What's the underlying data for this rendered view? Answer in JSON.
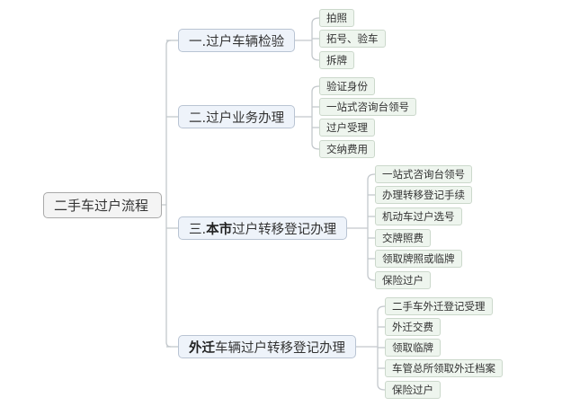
{
  "root": "二手车过户流程",
  "branches": [
    {
      "prefix": "一.",
      "bold": "",
      "rest": "过户车辆检验",
      "items": [
        "拍照",
        "拓号、验车",
        "拆牌"
      ]
    },
    {
      "prefix": "二.",
      "bold": "",
      "rest": "过户业务办理",
      "items": [
        "验证身份",
        "一站式咨询台领号",
        "过户受理",
        "交纳费用"
      ]
    },
    {
      "prefix": "三.",
      "bold": "本市",
      "rest": "过户转移登记办理",
      "items": [
        "一站式咨询台领号",
        "办理转移登记手续",
        "机动车过户选号",
        "交牌照费",
        "领取牌照或临牌",
        "保险过户"
      ]
    },
    {
      "prefix": "",
      "bold": "外迁",
      "rest": "车辆过户转移登记办理",
      "items": [
        "二手车外迁登记受理",
        "外迁交费",
        "领取临牌",
        "车管总所领取外迁档案",
        "保险过户"
      ]
    }
  ]
}
